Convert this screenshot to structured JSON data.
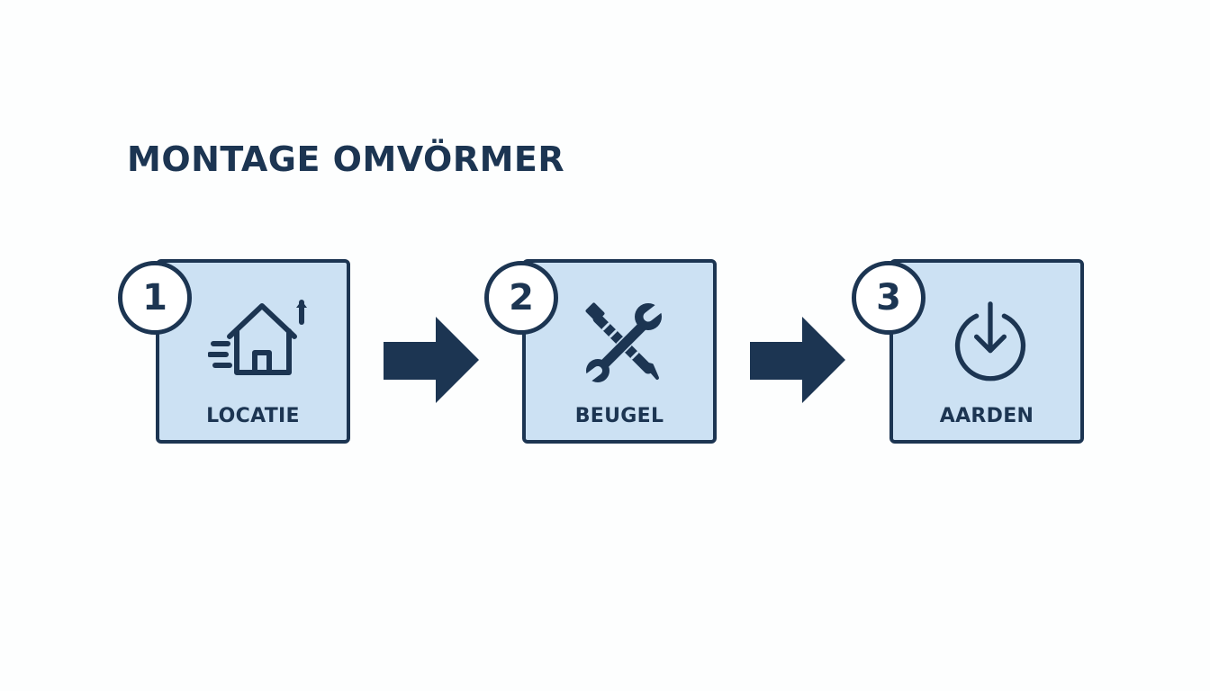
{
  "title": "MONTAGE OMVÖRMER",
  "colors": {
    "primary": "#1c3552",
    "box_fill": "#cce1f3",
    "badge_fill": "#ffffff",
    "background": "#fdfefe"
  },
  "steps": [
    {
      "number": "1",
      "label": "LOCATIE",
      "icon": "house-icon"
    },
    {
      "number": "2",
      "label": "BEUGEL",
      "icon": "wrench-screw-icon"
    },
    {
      "number": "3",
      "label": "AARDEN",
      "icon": "ground-download-icon"
    }
  ]
}
